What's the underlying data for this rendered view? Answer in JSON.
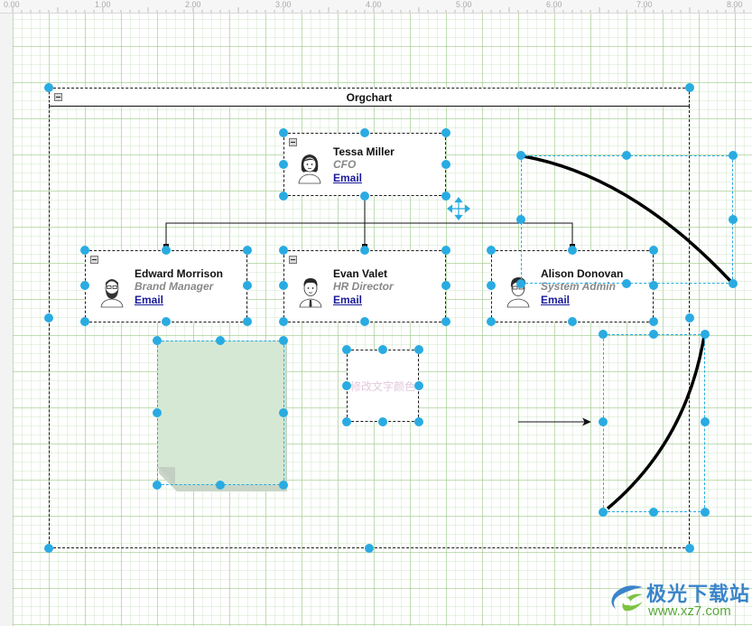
{
  "ruler": {
    "labels": [
      "0.00",
      "1.00",
      "2.00",
      "3.00",
      "4.00",
      "5.00",
      "6.00",
      "7.00",
      "8.00"
    ]
  },
  "diagram": {
    "container": {
      "title": "Orgchart",
      "collapse_icon": "minus-box-icon"
    },
    "people": [
      {
        "name": "Tessa Miller",
        "title": "CFO",
        "link": "Email",
        "avatar": "female-avatar-icon"
      },
      {
        "name": "Edward Morrison",
        "title": "Brand Manager",
        "link": "Email",
        "avatar": "bearded-man-avatar-icon"
      },
      {
        "name": "Evan Valet",
        "title": "HR Director",
        "link": "Email",
        "avatar": "man-tie-avatar-icon"
      },
      {
        "name": "Alison Donovan",
        "title": "System Admin",
        "link": "Email",
        "avatar": "glasses-avatar-icon"
      }
    ],
    "text_box": {
      "text": "修改文字颜色",
      "text_color": "#e3c8dc"
    },
    "note_color": "#d5e8d4",
    "selection_color": "#29abe2",
    "move_icon": "move-arrows-icon"
  },
  "watermark": {
    "name": "极光下载站",
    "url": "www.xz7.com"
  }
}
